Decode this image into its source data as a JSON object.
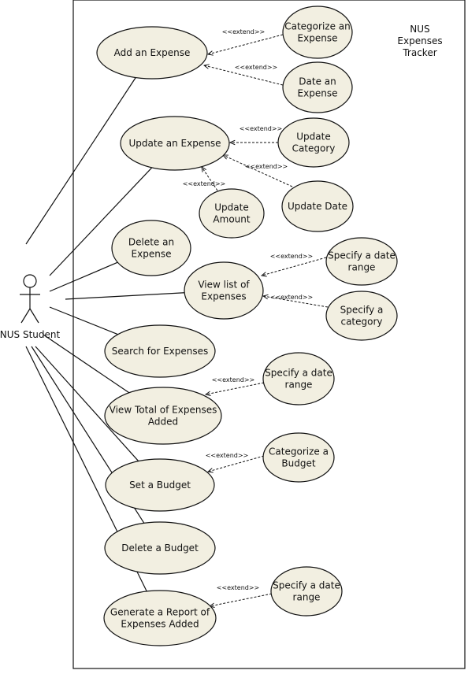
{
  "system": {
    "title": [
      "NUS",
      "Expenses",
      "Tracker"
    ]
  },
  "actor": {
    "name": "NUS Student"
  },
  "extend_label": "<<extend>>",
  "colors": {
    "usecase_fill": "#f2efe1",
    "stroke": "#111111",
    "background": "#ffffff"
  },
  "use_cases": [
    {
      "id": "add",
      "lines": [
        "Add an Expense"
      ]
    },
    {
      "id": "cat_exp",
      "lines": [
        "Categorize an",
        "Expense"
      ]
    },
    {
      "id": "date_exp",
      "lines": [
        "Date an",
        "Expense"
      ]
    },
    {
      "id": "update",
      "lines": [
        "Update an Expense"
      ]
    },
    {
      "id": "upd_cat",
      "lines": [
        "Update",
        "Category"
      ]
    },
    {
      "id": "upd_date",
      "lines": [
        "Update Date"
      ]
    },
    {
      "id": "upd_amt",
      "lines": [
        "Update",
        "Amount"
      ]
    },
    {
      "id": "delete",
      "lines": [
        "Delete an",
        "Expense"
      ]
    },
    {
      "id": "view_list",
      "lines": [
        "View list of",
        "Expenses"
      ]
    },
    {
      "id": "vl_date",
      "lines": [
        "Specify a date",
        "range"
      ]
    },
    {
      "id": "vl_cat",
      "lines": [
        "Specify a",
        "category"
      ]
    },
    {
      "id": "search",
      "lines": [
        "Search for Expenses"
      ]
    },
    {
      "id": "view_total",
      "lines": [
        "View Total of Expenses",
        "Added"
      ]
    },
    {
      "id": "vt_date",
      "lines": [
        "Specify a date",
        "range"
      ]
    },
    {
      "id": "set_budget",
      "lines": [
        "Set a Budget"
      ]
    },
    {
      "id": "cat_budget",
      "lines": [
        "Categorize a",
        "Budget"
      ]
    },
    {
      "id": "del_budget",
      "lines": [
        "Delete a Budget"
      ]
    },
    {
      "id": "report",
      "lines": [
        "Generate a Report of",
        "Expenses Added"
      ]
    },
    {
      "id": "rp_date",
      "lines": [
        "Specify a date",
        "range"
      ]
    }
  ],
  "associations": [
    "add",
    "update",
    "delete",
    "view_list",
    "search",
    "view_total",
    "set_budget",
    "del_budget",
    "report"
  ],
  "extends": [
    {
      "from": "cat_exp",
      "to": "add"
    },
    {
      "from": "date_exp",
      "to": "add"
    },
    {
      "from": "upd_cat",
      "to": "update"
    },
    {
      "from": "upd_date",
      "to": "update"
    },
    {
      "from": "upd_amt",
      "to": "update"
    },
    {
      "from": "vl_date",
      "to": "view_list"
    },
    {
      "from": "vl_cat",
      "to": "view_list"
    },
    {
      "from": "vt_date",
      "to": "view_total"
    },
    {
      "from": "cat_budget",
      "to": "set_budget"
    },
    {
      "from": "rp_date",
      "to": "report"
    }
  ]
}
